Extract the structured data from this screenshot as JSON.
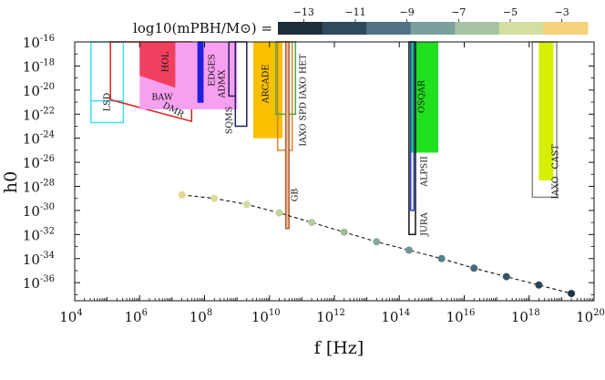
{
  "chart_data": {
    "type": "scatter",
    "xlabel": "f [Hz]",
    "ylabel": "h0",
    "xscale": "log",
    "yscale": "log",
    "xlim_exp": [
      4,
      20
    ],
    "ylim_exp": [
      -37.5,
      -16
    ],
    "x_ticks_exp": [
      4,
      6,
      8,
      10,
      12,
      14,
      16,
      18,
      20
    ],
    "y_ticks_exp": [
      -16,
      -18,
      -20,
      -22,
      -24,
      -26,
      -28,
      -30,
      -32,
      -34,
      -36
    ],
    "grid": false,
    "colorbar": {
      "title": "log10(mPBH/M⊙) =",
      "ticks": [
        -13,
        -11,
        -9,
        -7,
        -5,
        -3
      ],
      "range": [
        -14,
        -2
      ],
      "colors": [
        "#1e2d3a",
        "#2f4a5a",
        "#4f7384",
        "#7a9f9d",
        "#a7c3a1",
        "#d3dfa0",
        "#f4d27a"
      ]
    },
    "series": [
      {
        "type": "scatter-dashed",
        "points": [
          {
            "x_exp": 7.3,
            "y_exp": -28.7,
            "c": -3.0
          },
          {
            "x_exp": 8.3,
            "y_exp": -29.0,
            "c": -3.6
          },
          {
            "x_exp": 9.3,
            "y_exp": -29.5,
            "c": -4.2
          },
          {
            "x_exp": 10.3,
            "y_exp": -30.2,
            "c": -4.8
          },
          {
            "x_exp": 11.3,
            "y_exp": -31.0,
            "c": -5.5
          },
          {
            "x_exp": 12.3,
            "y_exp": -31.8,
            "c": -6.5
          },
          {
            "x_exp": 13.3,
            "y_exp": -32.6,
            "c": -7.5
          },
          {
            "x_exp": 14.3,
            "y_exp": -33.3,
            "c": -8.5
          },
          {
            "x_exp": 15.3,
            "y_exp": -34.0,
            "c": -9.5
          },
          {
            "x_exp": 16.3,
            "y_exp": -34.8,
            "c": -10.5
          },
          {
            "x_exp": 17.3,
            "y_exp": -35.5,
            "c": -11.5
          },
          {
            "x_exp": 18.3,
            "y_exp": -36.2,
            "c": -12.5
          },
          {
            "x_exp": 19.3,
            "y_exp": -36.9,
            "c": -13.5
          }
        ]
      }
    ],
    "bands": [
      {
        "name": "LSD",
        "x1": 4.5,
        "x2": 5.5,
        "y1": -20.9,
        "y2": -16,
        "stroke": "#40e0f0",
        "fill": "none",
        "label_rot": true
      },
      {
        "name": "LSD-lower",
        "label": "",
        "x1": 4.5,
        "x2": 5.5,
        "y1": -22.7,
        "y2": -20.9,
        "stroke": "#40e0f0",
        "fill": "none"
      },
      {
        "name": "DMR",
        "label": "DMR",
        "type": "poly",
        "points_exp": [
          [
            5.1,
            -16
          ],
          [
            5.1,
            -20.8
          ],
          [
            7.6,
            -22.6
          ],
          [
            7.6,
            -16
          ]
        ],
        "stroke": "#e02020",
        "fill": "none"
      },
      {
        "name": "BAW",
        "label": "BAW",
        "x1": 6.0,
        "x2": 9.0,
        "y1": -21.6,
        "y2": -16,
        "stroke": "none",
        "fill": "#f7a0f0"
      },
      {
        "name": "HOL",
        "label": "HOL",
        "type": "poly",
        "points_exp": [
          [
            6.0,
            -16
          ],
          [
            6.0,
            -18.8
          ],
          [
            7.1,
            -19.8
          ],
          [
            7.1,
            -16
          ]
        ],
        "stroke": "none",
        "fill": "#f04060"
      },
      {
        "name": "EDGES",
        "label": "EDGES",
        "x1": 7.8,
        "x2": 7.95,
        "y1": -21.0,
        "y2": -16,
        "stroke": "#2020e0",
        "fill": "#2020e0"
      },
      {
        "name": "ADMX",
        "label": "ADMX",
        "x1": 8.75,
        "x2": 8.95,
        "y1": -20.5,
        "y2": -16,
        "stroke": "#202060",
        "fill": "none"
      },
      {
        "name": "SQMS",
        "label": "SQMS",
        "x1": 8.95,
        "x2": 9.3,
        "y1": -23.0,
        "y2": -16,
        "stroke": "#202060",
        "fill": "none"
      },
      {
        "name": "ARCADE",
        "label": "ARCADE",
        "x1": 9.5,
        "x2": 10.4,
        "y1": -24.0,
        "y2": -16,
        "stroke": "none",
        "fill": "#f8c000"
      },
      {
        "name": "IAXO-SPD-IAXO-HET",
        "label": "IAXO SPD IAXO HET",
        "x1": 10.25,
        "x2": 10.7,
        "y1": -25.0,
        "y2": -16,
        "stroke": "#e08030",
        "fill": "none"
      },
      {
        "name": "IAXO-green",
        "label": "",
        "x1": 10.2,
        "x2": 10.8,
        "y1": -22.0,
        "y2": -16,
        "stroke": "#40b040",
        "fill": "none"
      },
      {
        "name": "GB",
        "label": "GB",
        "x1": 10.5,
        "x2": 10.6,
        "y1": -31.5,
        "y2": -16,
        "stroke": "#b06030",
        "fill": "#f0c0a0"
      },
      {
        "name": "OSQAR",
        "label": "OSQAR",
        "x1": 14.35,
        "x2": 15.2,
        "y1": -25.2,
        "y2": -16,
        "stroke": "none",
        "fill": "#20e020"
      },
      {
        "name": "ALPSII",
        "label": "ALPSII",
        "x1": 14.35,
        "x2": 14.45,
        "y1": -30.0,
        "y2": -16,
        "stroke": "#2040e0",
        "fill": "none"
      },
      {
        "name": "JURA",
        "label": "JURA",
        "x1": 14.3,
        "x2": 14.5,
        "y1": -32.0,
        "y2": -16,
        "stroke": "#111111",
        "fill": "none"
      },
      {
        "name": "CAST",
        "label": "CAST",
        "x1": 18.3,
        "x2": 18.75,
        "y1": -27.5,
        "y2": -16,
        "stroke": "none",
        "fill": "#d4f000"
      },
      {
        "name": "IAXO",
        "label": "IAXO",
        "x1": 18.1,
        "x2": 18.85,
        "y1": -28.9,
        "y2": -16,
        "stroke": "#888888",
        "fill": "none"
      }
    ]
  }
}
